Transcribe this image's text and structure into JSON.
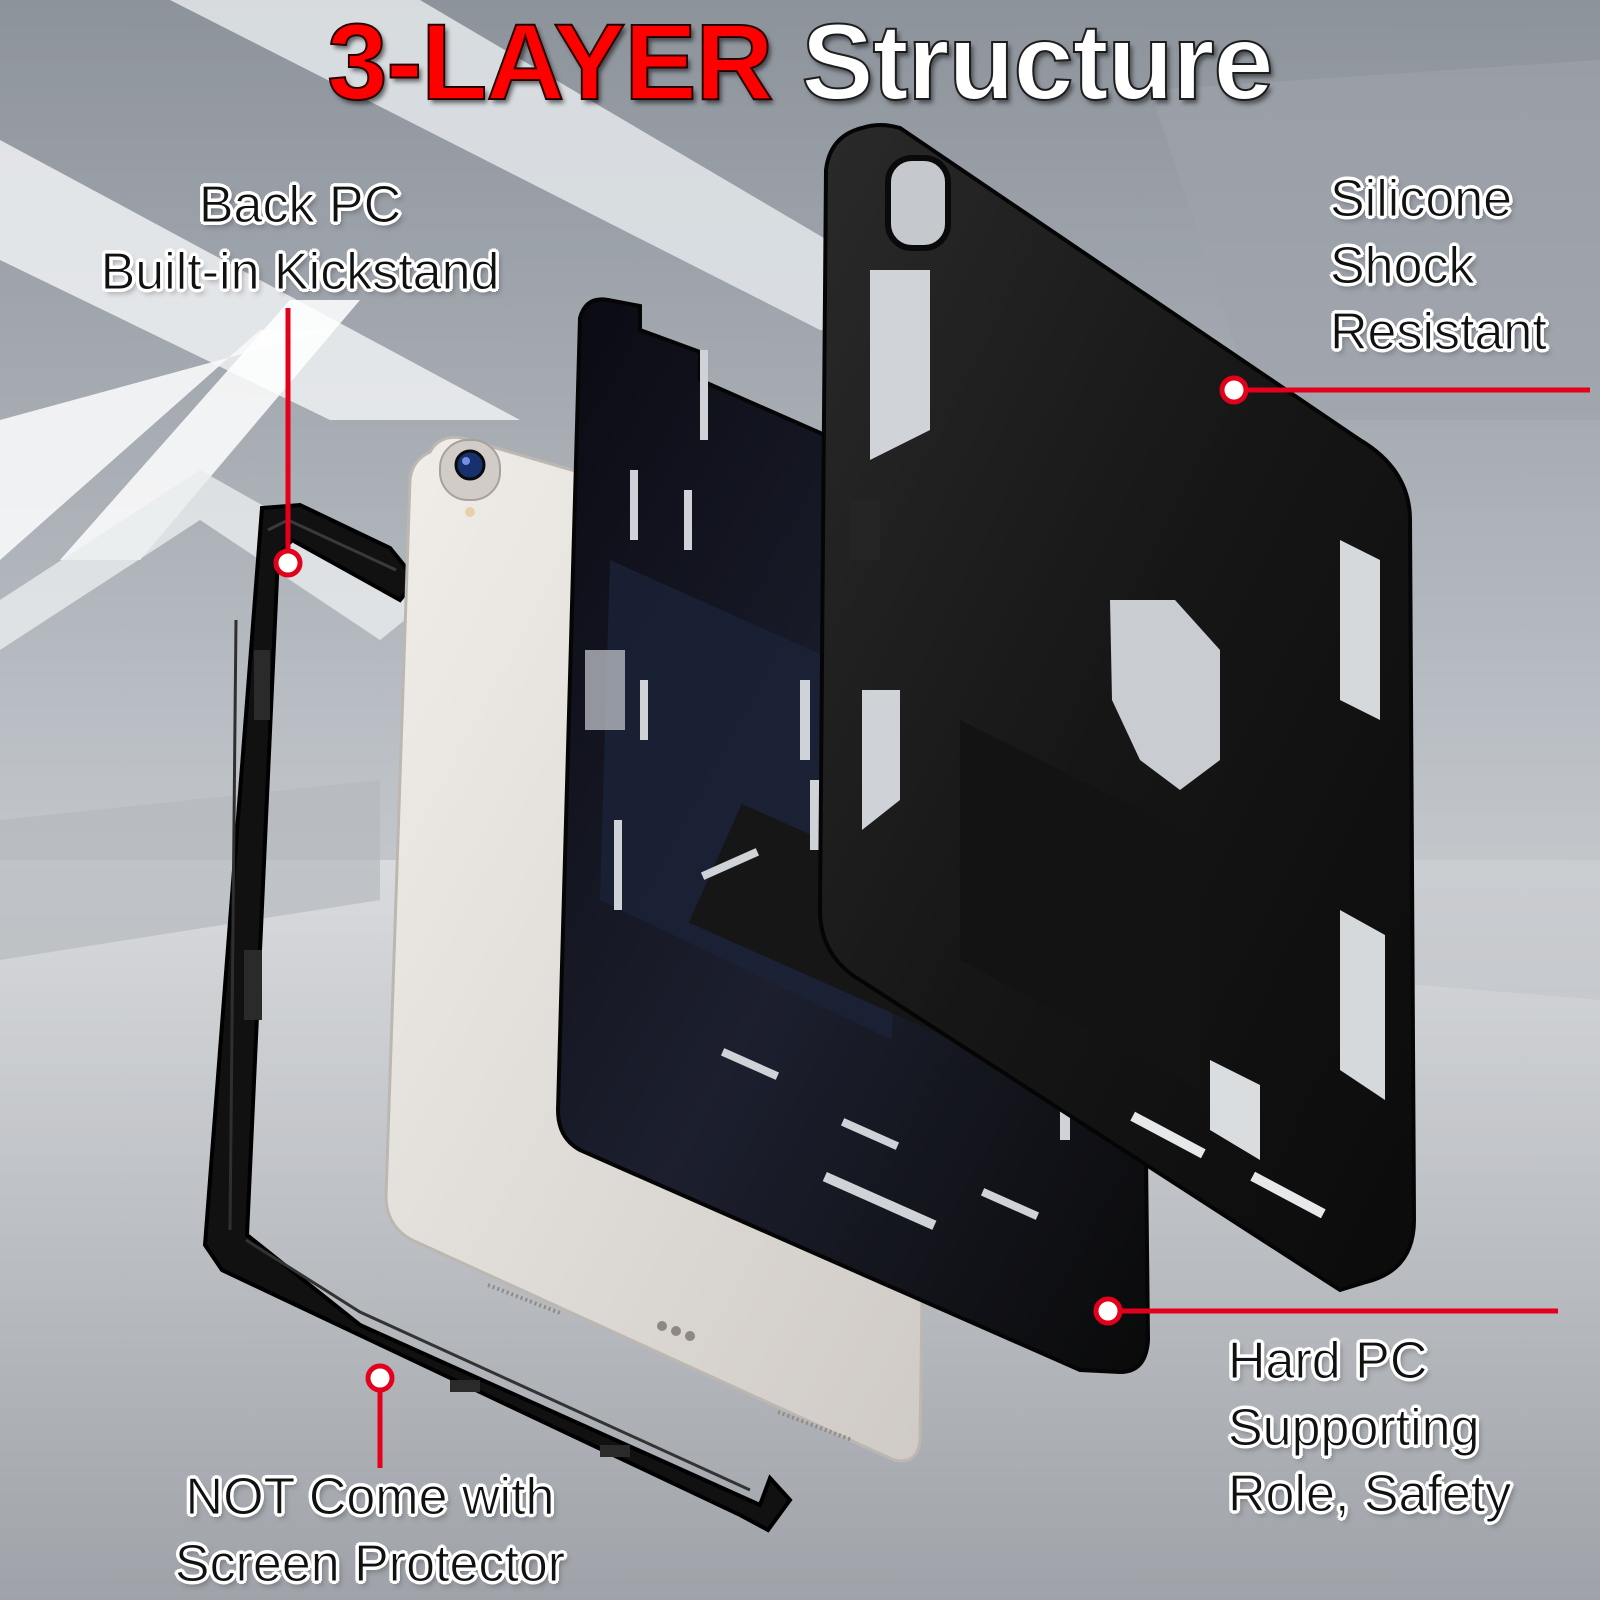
{
  "title": {
    "part1": "3-LAYER",
    "part2": "Structure"
  },
  "labels": {
    "back_pc": [
      "Back PC",
      "Built-in Kickstand"
    ],
    "silicone": [
      "Silicone",
      "Shock",
      "Resistant"
    ],
    "hard_pc": [
      "Hard PC",
      "Supporting",
      "Role, Safety"
    ],
    "screen": [
      "NOT Come with",
      "Screen Protector"
    ]
  },
  "colors": {
    "accent_red": "#ff0000",
    "callout_line": "#e4001a",
    "case_black": "#121212",
    "tablet_silver": "#e2deda"
  }
}
